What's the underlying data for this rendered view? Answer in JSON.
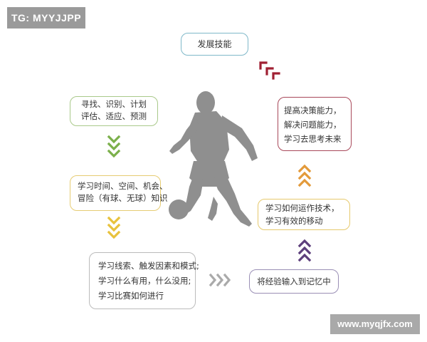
{
  "watermarks": {
    "top": "TG: MYYJJPP",
    "bottom": "www.myqjfx.com"
  },
  "boxes": {
    "skill": {
      "lines": [
        "发展技能"
      ]
    },
    "find": {
      "lines": [
        "寻找、识别、计划",
        "评估、适应、预测"
      ]
    },
    "time": {
      "lines": [
        "学习时间、空间、机会、",
        "冒险（有球、无球）知识"
      ]
    },
    "clue": {
      "lines": [
        "学习线索、触发因素和模式;",
        "学习什么有用，什么没用;",
        "学习比赛如何进行"
      ]
    },
    "improve": {
      "lines": [
        "提高决策能力，",
        "解决问题能力，",
        "学习去思考未来"
      ]
    },
    "apply": {
      "lines": [
        "学习如何运作技术，",
        "学习有效的移动"
      ]
    },
    "memory": {
      "lines": [
        "将经验输入到记忆中"
      ]
    }
  },
  "colors": {
    "green_arrows": "#7bb04a",
    "yellow_arrows": "#e8c23c",
    "gray_arrows": "#aaaaaa",
    "purple_arrows": "#5d3f7c",
    "orange_arrows": "#e39a3a",
    "red_arrows": "#a02033",
    "player_silhouette": "#8f8f8f"
  },
  "icons": {
    "center": "soccer-player-silhouette-icon"
  }
}
